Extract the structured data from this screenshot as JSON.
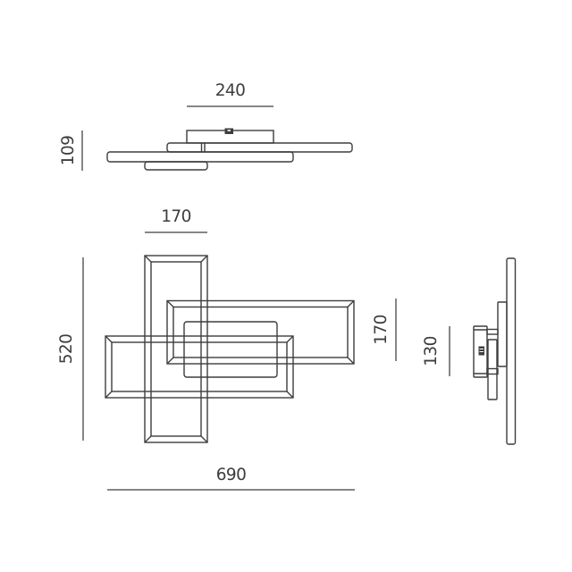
{
  "colors": {
    "line": "#3d3d3d",
    "text": "#3d3d3d",
    "background": "#ffffff"
  },
  "views": {
    "top_elevation": {
      "dim_canopy_width": "240",
      "dim_fixture_height": "109"
    },
    "front": {
      "dim_frame_width": "170",
      "dim_overall_height": "520",
      "dim_right_frame_height": "170",
      "dim_overall_width": "690"
    },
    "side_profile": {
      "dim_canopy_height": "130"
    }
  }
}
